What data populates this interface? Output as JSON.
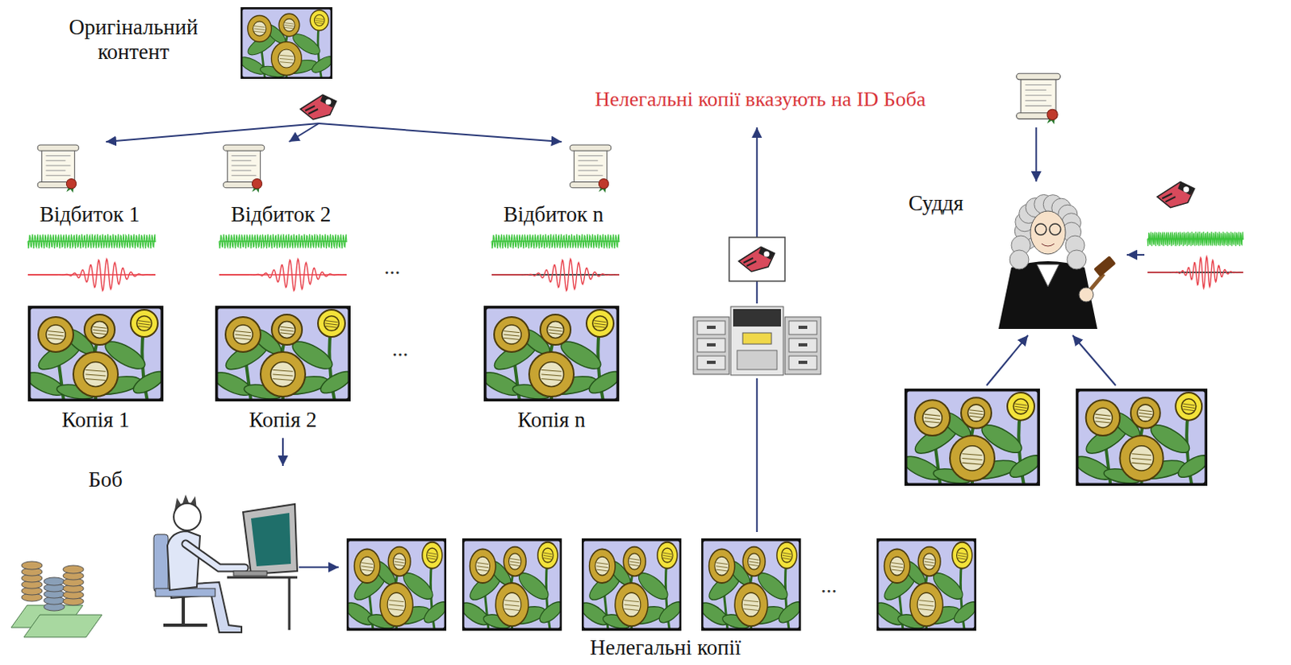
{
  "diagram": {
    "nodes": [
      {
        "text": [
          "Оригінальний контент"
        ]
      },
      {
        "text": [
          "Відбиток 1"
        ]
      },
      {
        "text": [
          "Відбиток 2"
        ]
      },
      {
        "text": [
          "Відбиток n"
        ]
      },
      {
        "text": [
          "Копія 1"
        ]
      },
      {
        "text": [
          "Копія 2"
        ]
      },
      {
        "text": [
          "Копія n"
        ]
      },
      {
        "text": [
          "Боб"
        ]
      },
      {
        "text": [
          "Нелегальні копії"
        ]
      },
      {
        "text": [
          "Нелегальні копії вказують на ID Боба"
        ]
      },
      {
        "text": [
          "Суддя"
        ]
      }
    ],
    "edges": [
      {
        "from": 0,
        "to": 1,
        "arrow": "to"
      },
      {
        "from": 0,
        "to": 2,
        "arrow": "to"
      },
      {
        "from": 0,
        "to": 3,
        "arrow": "to"
      },
      {
        "from": 5,
        "to": 7,
        "arrow": "to"
      },
      {
        "from": 7,
        "to": 8,
        "arrow": "to"
      },
      {
        "from": 8,
        "to": 9,
        "arrow": "to"
      },
      {
        "from": 9,
        "to": 10,
        "arrow": "to"
      }
    ],
    "labels": [
      "...",
      "...",
      "..."
    ]
  }
}
